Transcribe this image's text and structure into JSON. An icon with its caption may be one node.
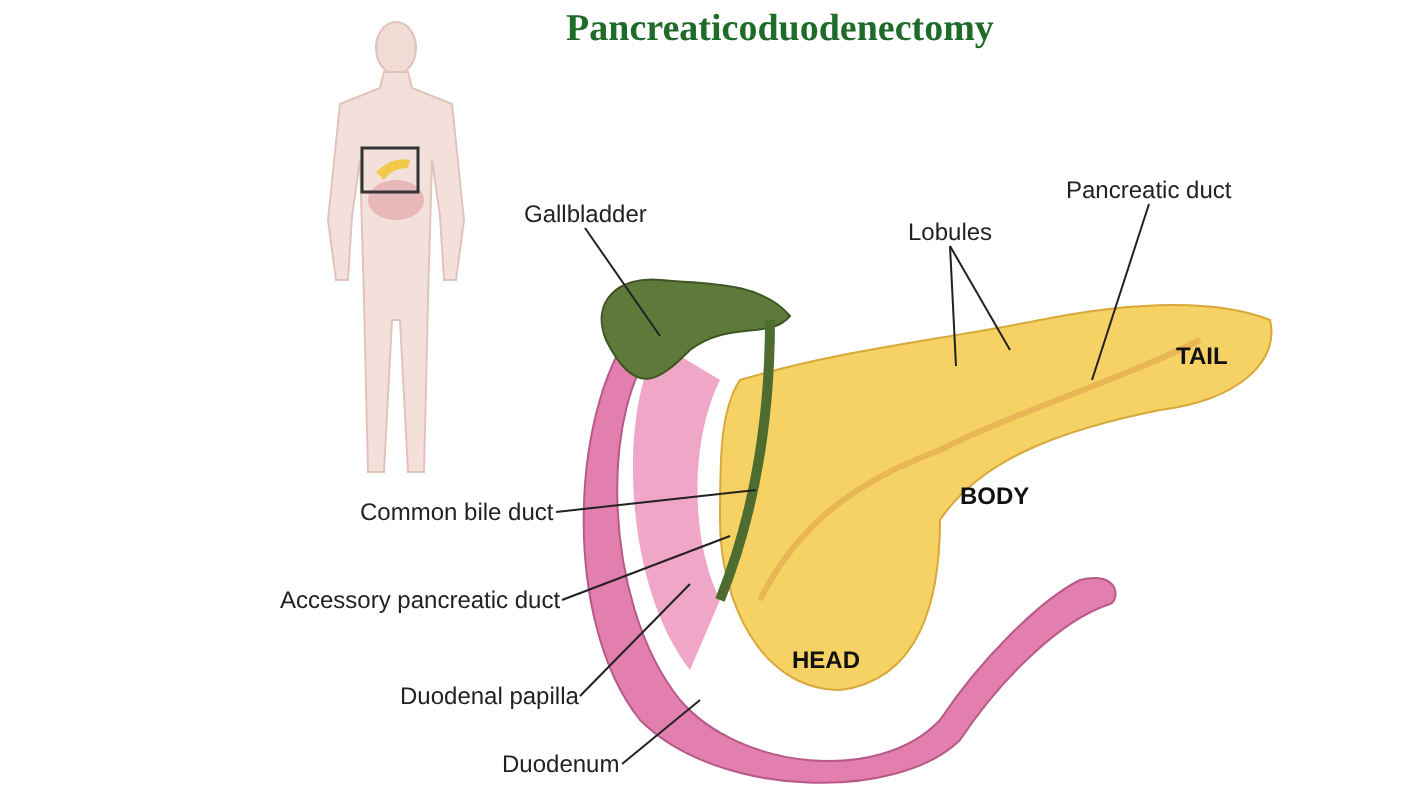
{
  "diagram": {
    "title": "Pancreaticoduodenectomy",
    "nodes": [
      {
        "text": [
          "Gallbladder"
        ]
      },
      {
        "text": [
          "Lobules"
        ]
      },
      {
        "text": [
          "Pancreatic duct"
        ]
      },
      {
        "text": [
          "Common bile duct"
        ]
      },
      {
        "text": [
          "Accessory pancreatic duct"
        ]
      },
      {
        "text": [
          "Duodenal papilla"
        ]
      },
      {
        "text": [
          "Duodenum"
        ]
      }
    ],
    "edges": [
      {
        "from": 0,
        "to": null,
        "arrow": "none"
      },
      {
        "from": 1,
        "to": null,
        "arrow": "none"
      },
      {
        "from": 1,
        "to": null,
        "arrow": "none"
      },
      {
        "from": 2,
        "to": null,
        "arrow": "none"
      },
      {
        "from": 3,
        "to": null,
        "arrow": "none"
      },
      {
        "from": 4,
        "to": null,
        "arrow": "none"
      },
      {
        "from": 5,
        "to": null,
        "arrow": "none"
      },
      {
        "from": 6,
        "to": null,
        "arrow": "none"
      }
    ],
    "labels": [
      "TAIL",
      "BODY",
      "HEAD"
    ]
  }
}
